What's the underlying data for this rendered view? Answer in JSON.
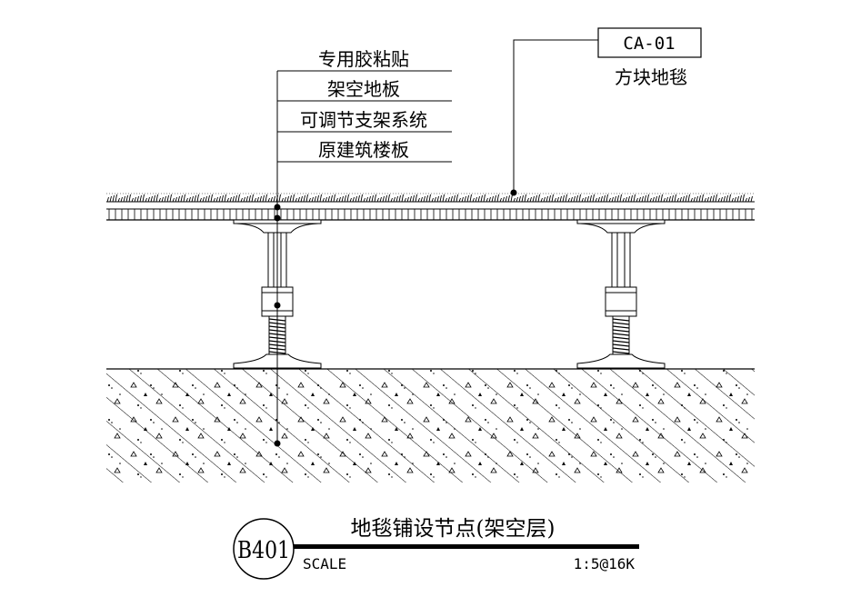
{
  "callouts": {
    "left_labels": [
      "专用胶粘贴",
      "架空地板",
      "可调节支架系统",
      "原建筑楼板"
    ],
    "material_code": "CA-01",
    "material_name": "方块地毯"
  },
  "title_block": {
    "drawing_no": "B401",
    "title": "地毯铺设节点(架空层)",
    "scale_label": "SCALE",
    "scale_value": "1:5@16K"
  },
  "colors": {
    "line": "#000000",
    "background": "#ffffff"
  }
}
